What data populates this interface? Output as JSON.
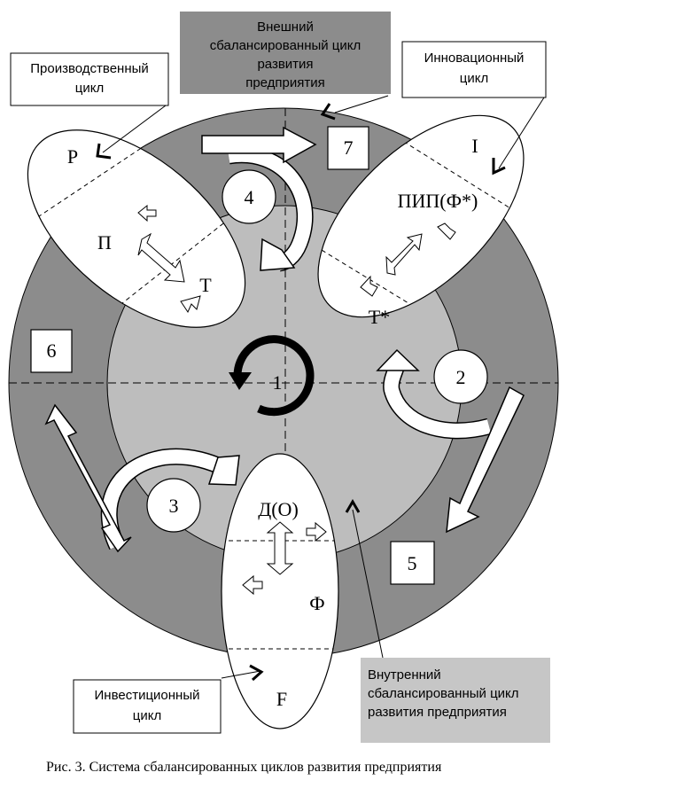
{
  "caption": "Рис. 3. Система сбалансированных циклов развития предприятия",
  "callouts": {
    "external": [
      "Внешний",
      "сбалансированный цикл",
      "развития",
      "предприятия"
    ],
    "production": [
      "Производственный",
      "цикл"
    ],
    "innovation": [
      "Инновационный",
      "цикл"
    ],
    "investment": [
      "Инвестиционный",
      "цикл"
    ],
    "internal": [
      "Внутренний",
      "сбалансированный цикл",
      "развития предприятия"
    ]
  },
  "numbers": {
    "n1": "1",
    "n2": "2",
    "n3": "3",
    "n4": "4",
    "n5": "5",
    "n6": "6",
    "n7": "7"
  },
  "production_cycle": {
    "top": "Р",
    "middle": "П",
    "bottom": "Т"
  },
  "innovation_cycle": {
    "top": "I",
    "middle": "ПИП(Ф*)",
    "bottom": "Т*"
  },
  "investment_cycle": {
    "top": "Д(О)",
    "middle": "Ф",
    "bottom": "F"
  },
  "colors": {
    "outer_ring": "#8c8c8c",
    "inner_disc": "#bdbdbd",
    "dark_callout": "#8c8c8c",
    "light_callout": "#c6c6c6",
    "line": "#000000",
    "fill_white": "#ffffff"
  }
}
